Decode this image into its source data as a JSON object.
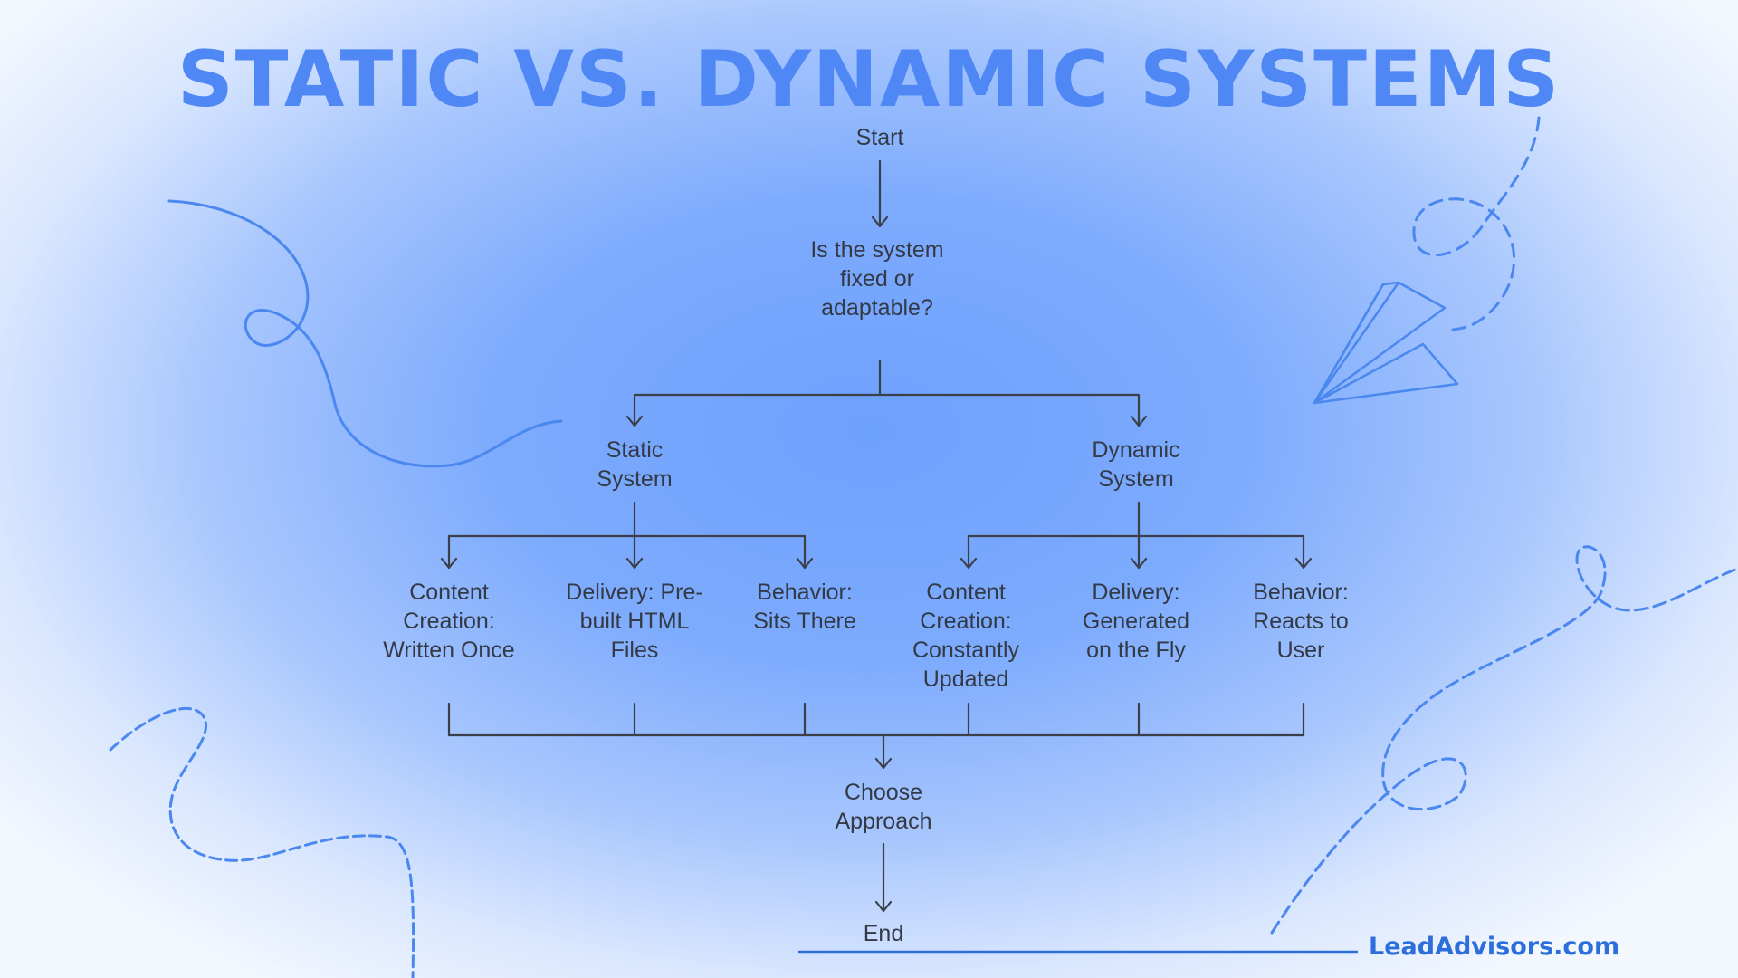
{
  "title": "STATIC VS. DYNAMIC SYSTEMS",
  "nodes": {
    "start": "Start",
    "question": "Is the system\nfixed or\nadaptable?",
    "static_system": "Static\nSystem",
    "dynamic_system": "Dynamic\nSystem",
    "static_content": "Content\nCreation:\nWritten Once",
    "static_delivery": "Delivery: Pre-\nbuilt HTML\nFiles",
    "static_behavior": "Behavior:\nSits There",
    "dynamic_content": "Content\nCreation:\nConstantly\nUpdated",
    "dynamic_delivery": "Delivery:\nGenerated\non the Fly",
    "dynamic_behavior": "Behavior:\nReacts to\nUser",
    "choose": "Choose\nApproach",
    "end": "End"
  },
  "brand": "LeadAdvisors.com",
  "colors": {
    "title": "#4f88f5",
    "text": "#333a45",
    "connector": "#3b3f47",
    "decoration": "#4a87ee",
    "brand": "#2c6fdb"
  },
  "icons": {
    "paper_plane": "paper-plane-icon"
  }
}
